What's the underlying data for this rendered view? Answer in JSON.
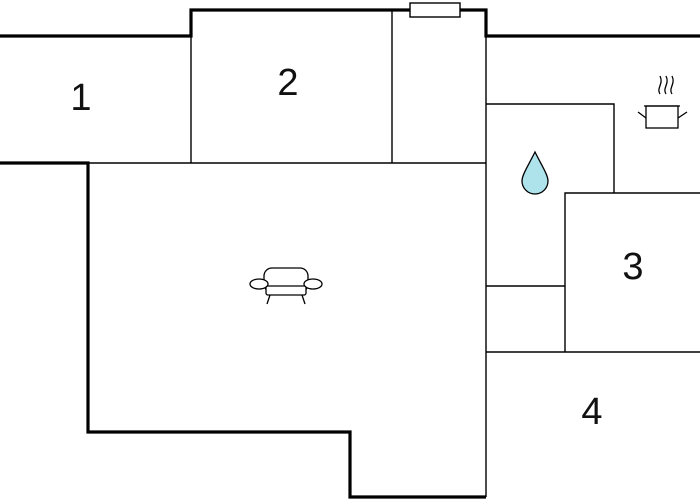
{
  "rooms": [
    {
      "id": "room-1",
      "label": "1"
    },
    {
      "id": "room-2",
      "label": "2"
    },
    {
      "id": "room-3",
      "label": "3"
    },
    {
      "id": "room-4",
      "label": "4"
    }
  ],
  "icons": {
    "living_room": "sofa-icon",
    "bathroom": "water-drop-icon",
    "kitchen": "cooking-pot-icon",
    "window": "window-icon"
  },
  "colors": {
    "water_drop": "#aee3ec",
    "wall": "#000000",
    "background": "#ffffff"
  }
}
